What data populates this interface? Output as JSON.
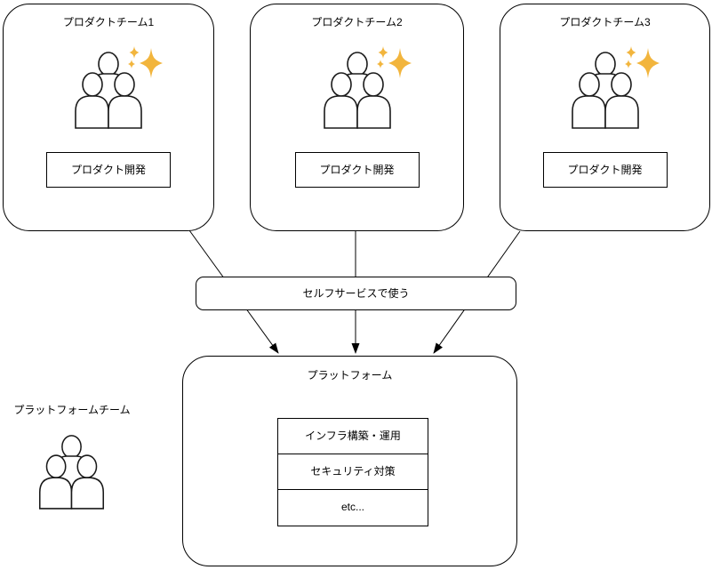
{
  "diagram": {
    "teams": [
      {
        "title": "プロダクトチーム1",
        "box_label": "プロダクト開発"
      },
      {
        "title": "プロダクトチーム2",
        "box_label": "プロダクト開発"
      },
      {
        "title": "プロダクトチーム3",
        "box_label": "プロダクト開発"
      }
    ],
    "self_service": {
      "label": "セルフサービスで使う"
    },
    "platform": {
      "title": "プラットフォーム",
      "items": [
        "インフラ構築・運用",
        "セキュリティ対策",
        "etc..."
      ]
    },
    "platform_team": {
      "label": "プラットフォームチーム"
    },
    "icons": {
      "team_icon": "people-group-with-sparkle",
      "platform_team_icon": "people-group"
    },
    "colors": {
      "sparkle": "#F2B53D",
      "stroke": "#000000",
      "background": "#FFFFFF"
    }
  }
}
